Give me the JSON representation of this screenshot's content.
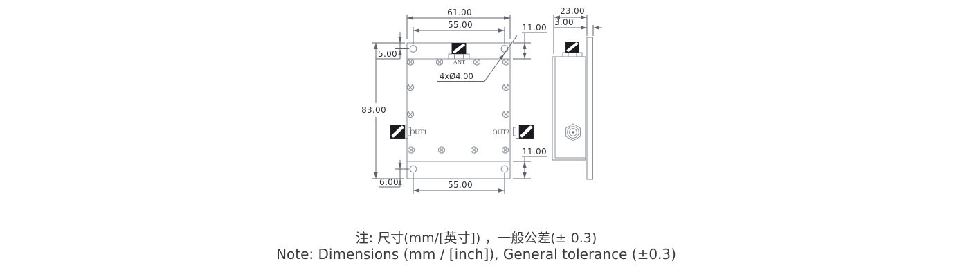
{
  "front_view": {
    "dimensions": {
      "outer_width": "61.00",
      "top_hole_spacing": "55.00",
      "top_flange_height": "11.00",
      "top_hole_offset": "5.00",
      "overall_height": "83.00",
      "bottom_flange_height": "11.00",
      "bottom_hole_offset": "6.00",
      "bottom_hole_spacing": "55.00",
      "hole_callout": "4xØ4.00"
    },
    "labels": {
      "ant": "ANT",
      "out1": "OUT1",
      "out2": "OUT2"
    }
  },
  "side_view": {
    "dimensions": {
      "depth": "23.00",
      "plate_thickness": "3.00"
    }
  },
  "note": {
    "line1_zh": "注: 尺寸(mm/[英寸]) ，一般公差(± 0.3)",
    "line2_en": "Note: Dimensions (mm / [inch]), General tolerance (±0.3)"
  },
  "colors": {
    "geometry_line": "#8d929b",
    "dimension_line": "#60646e",
    "dimension_text": "#2f3138",
    "note_text": "#3a3a3a",
    "connector_fill": "#1b1b1f"
  }
}
